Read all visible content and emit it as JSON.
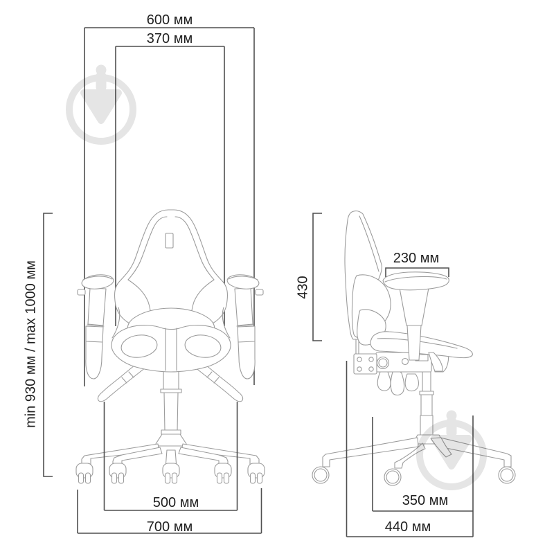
{
  "diagram": {
    "subject": "office-chair-dimensions",
    "views": {
      "front": "front-view",
      "side": "side-view"
    },
    "labels": {
      "front_overall_width": "600 мм",
      "front_backrest_width": "370 мм",
      "front_inner_base_width": "500 мм",
      "front_overall_base_width": "700 мм",
      "front_height_range": "min 930 мм / max 1000 мм",
      "side_backrest_height": "430",
      "side_armrest_depth": "230 мм",
      "side_inner_base_depth": "350 мм",
      "side_overall_base_depth": "440 мм"
    },
    "colors": {
      "background": "#ffffff",
      "chair_outline": "#9c9c9c",
      "dimension_line": "#4f4f4f",
      "label_text": "#1f1f1f",
      "watermark": "#e3e3e3"
    },
    "icons": {
      "watermark": "trowel-in-circle-watermark-icon"
    }
  }
}
